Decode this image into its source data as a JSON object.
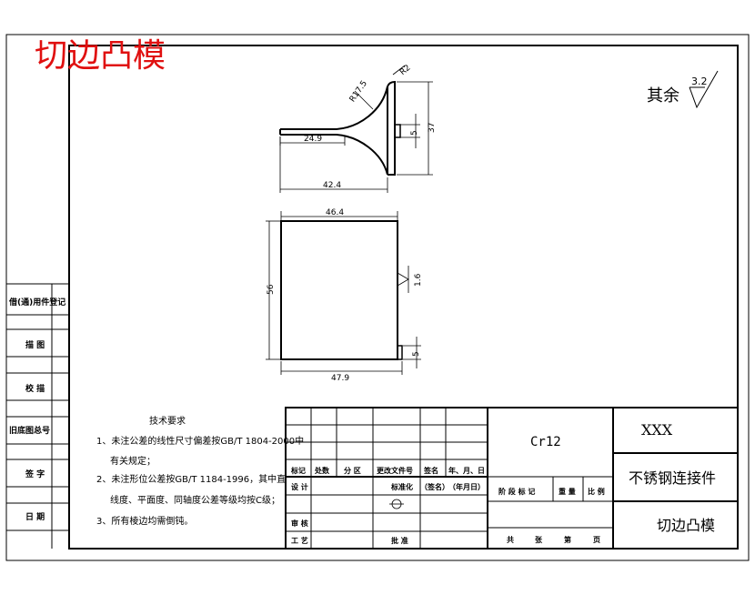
{
  "header": {
    "title_red": "切边凸模"
  },
  "roughness": {
    "label": "其余",
    "value": "3.2"
  },
  "dims": {
    "r_small": "R2",
    "r_large": "R17.5",
    "h_total": "37",
    "h_slot": "5",
    "w_stem": "24.9",
    "w_total_top": "42.4",
    "w_plate_top": "46.4",
    "h_plate": "56",
    "w_plate_bottom": "47.9",
    "h_small_bottom": "5",
    "rough_side": "1.6"
  },
  "side_boxes": {
    "b1": "借(通)用件登记",
    "b2": "描 图",
    "b3": "校 描",
    "b4": "旧底图总号",
    "b5": "签 字",
    "b6": "日 期"
  },
  "tech": {
    "title": "技术要求",
    "l1": "1、未注公差的线性尺寸偏差按GB/T 1804-2000中",
    "l2": "有关规定；",
    "l3": "2、未注形位公差按GB/T 1184-1996，其中直",
    "l4": "线度、平面度、同轴度公差等级均按C级；",
    "l5": "3、所有棱边均需倒钝。"
  },
  "title_block": {
    "material": "Cr12",
    "code": "XXX",
    "part_name": "不锈钢连接件",
    "drawing_name": "切边凸模",
    "h_mark": "标记",
    "h_count": "处数",
    "h_zone": "分 区",
    "h_docno": "更改文件号",
    "h_sign": "签名",
    "h_date": "年、月、日",
    "r_design": "设 计",
    "r_standard": "标准化",
    "r_sign_p": "（签名）",
    "r_date_p": "（年月日）",
    "r_check": "审 核",
    "r_process": "工 艺",
    "r_approve": "批 准",
    "st_stage": "阶 段 标 记",
    "st_weight": "重 量",
    "st_scale": "比 例",
    "sheets_total": "共",
    "sheets_unit": "张",
    "sheet_no": "第",
    "sheet_unit": "页"
  }
}
